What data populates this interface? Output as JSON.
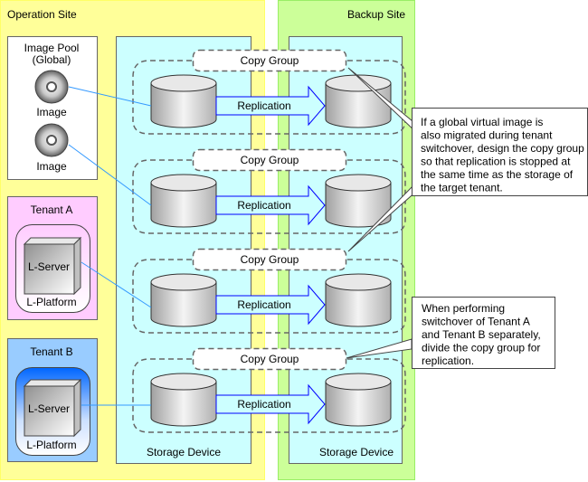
{
  "operation_site": {
    "label": "Operation Site",
    "image_pool": {
      "title_line1": "Image Pool",
      "title_line2": "(Global)",
      "images": [
        {
          "label": "Image",
          "icon": "disc-icon"
        },
        {
          "label": "Image",
          "icon": "disc-icon"
        }
      ]
    },
    "tenants": [
      {
        "label": "Tenant A",
        "server_label": "L-Server",
        "platform_label": "L-Platform",
        "color": "#ffccff"
      },
      {
        "label": "Tenant B",
        "server_label": "L-Server",
        "platform_label": "L-Platform",
        "color": "#99ccff"
      }
    ],
    "storage_label": "Storage Device"
  },
  "backup_site": {
    "label": "Backup Site",
    "storage_label": "Storage Device"
  },
  "copy_groups": [
    {
      "label": "Copy Group",
      "replication_label": "Replication"
    },
    {
      "label": "Copy Group",
      "replication_label": "Replication"
    },
    {
      "label": "Copy Group",
      "replication_label": "Replication"
    },
    {
      "label": "Copy Group",
      "replication_label": "Replication"
    }
  ],
  "callouts": [
    {
      "lines": [
        "If a global virtual image is",
        "also migrated during tenant",
        "switchover, design the copy group",
        "so that replication is stopped at",
        "the same time as the storage of",
        "the target tenant."
      ]
    },
    {
      "lines": [
        "When performing",
        "switchover of Tenant A",
        "and Tenant B separately,",
        "divide the copy group for",
        "replication."
      ]
    }
  ],
  "colors": {
    "operation_site": "#ffff99",
    "backup_site": "#ccff99",
    "storage": "#ccffff",
    "arrow_stroke": "#0000ff",
    "link_line": "#3399ff"
  }
}
